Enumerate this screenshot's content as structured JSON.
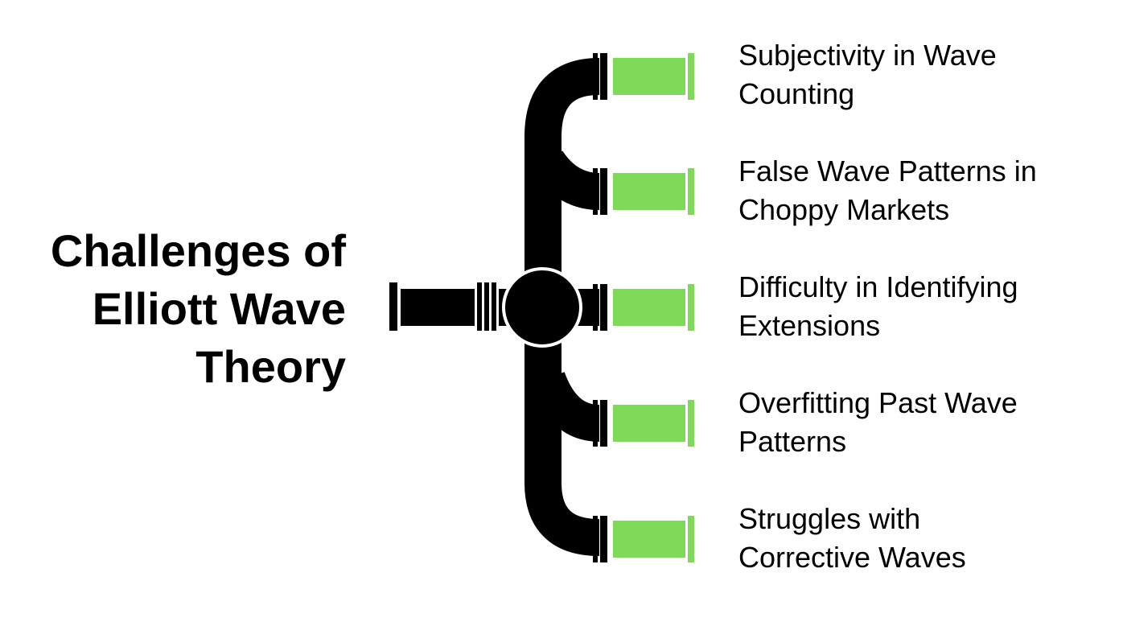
{
  "diagram": {
    "title": "Challenges of\nElliott Wave\nTheory",
    "items": [
      {
        "label": "Subjectivity in Wave\nCounting"
      },
      {
        "label": "False Wave Patterns in\nChoppy Markets"
      },
      {
        "label": "Difficulty in Identifying\nExtensions"
      },
      {
        "label": "Overfitting Past Wave\nPatterns"
      },
      {
        "label": "Struggles with\nCorrective Waves"
      }
    ],
    "colors": {
      "pipe": "#000000",
      "outlet": "#7ed957",
      "background": "#ffffff"
    }
  }
}
